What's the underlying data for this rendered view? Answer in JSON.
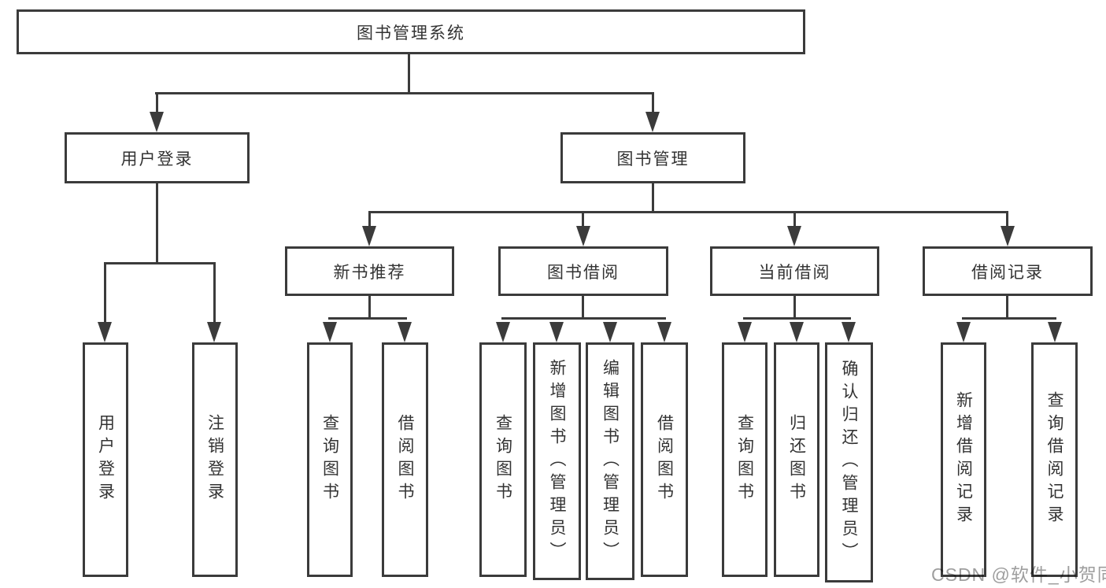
{
  "nodes": {
    "root": {
      "label": "图书管理系统"
    },
    "level2": [
      {
        "label": "用户登录"
      },
      {
        "label": "图书管理"
      }
    ],
    "level3": [
      {
        "label": "新书推荐"
      },
      {
        "label": "图书借阅"
      },
      {
        "label": "当前借阅"
      },
      {
        "label": "借阅记录"
      }
    ],
    "leaves": {
      "user_login": [
        {
          "label": "用户登录"
        },
        {
          "label": "注销登录"
        }
      ],
      "new_book_recommend": [
        {
          "label": "查询图书"
        },
        {
          "label": "借阅图书"
        }
      ],
      "book_borrowing": [
        {
          "label": "查询图书"
        },
        {
          "label": "新增图书（管理员）"
        },
        {
          "label": "编辑图书（管理员）"
        },
        {
          "label": "借阅图书"
        }
      ],
      "current_borrowing": [
        {
          "label": "查询图书"
        },
        {
          "label": "归还图书"
        },
        {
          "label": "确认归还（管理员）"
        }
      ],
      "borrowing_records": [
        {
          "label": "新增借阅记录"
        },
        {
          "label": "查询借阅记录"
        }
      ]
    }
  },
  "watermark": "CSDN @软件_小贺同学",
  "colors": {
    "line": "#3b3b3b",
    "text": "#333333",
    "watermark": "#9e9e9e",
    "background": "#ffffff"
  }
}
